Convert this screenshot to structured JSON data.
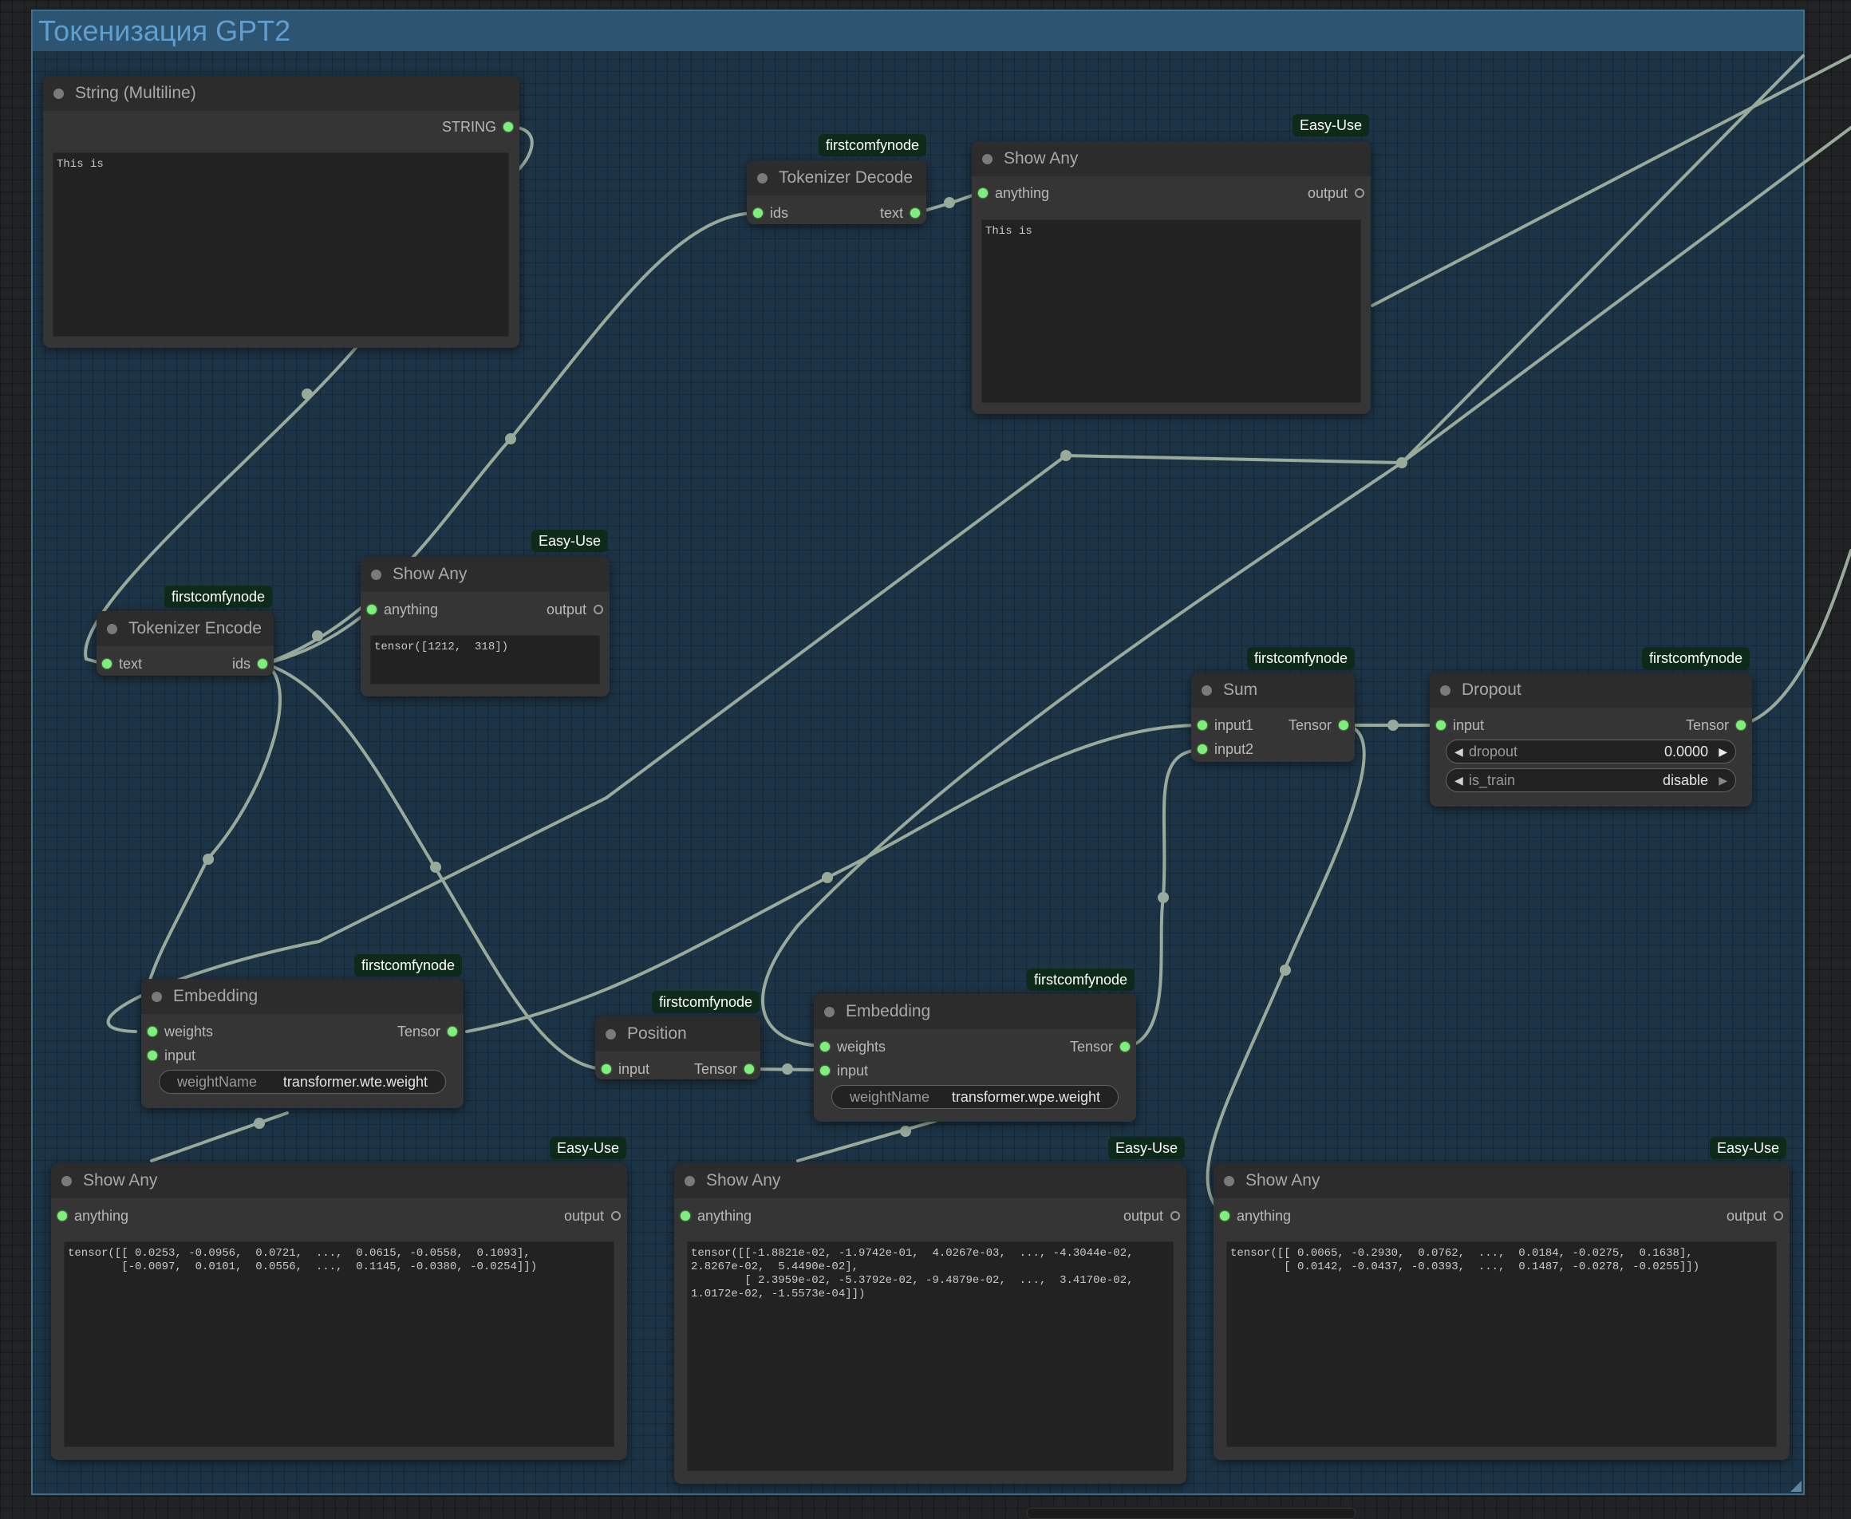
{
  "group": {
    "title": "Токенизация GPT2"
  },
  "colors": {
    "group_bg": "#1d3446",
    "group_header": "#2d5470",
    "link": "#9aaa9a",
    "slot_connected": "#7cf07a",
    "badge_bg": "#0e2b1a"
  },
  "nodes": {
    "string_multiline": {
      "title": "String (Multiline)",
      "output": "STRING",
      "text": "This is"
    },
    "tokenizer_decode": {
      "badge": "firstcomfynode",
      "title": "Tokenizer Decode",
      "input": "ids",
      "output": "text"
    },
    "show_any_top": {
      "badge": "Easy-Use",
      "title": "Show Any",
      "input": "anything",
      "output": "output",
      "text": "This is"
    },
    "tokenizer_encode": {
      "badge": "firstcomfynode",
      "title": "Tokenizer Encode",
      "input": "text",
      "output": "ids"
    },
    "show_any_ids": {
      "badge": "Easy-Use",
      "title": "Show Any",
      "input": "anything",
      "output": "output",
      "text": "tensor([1212,  318])"
    },
    "sum": {
      "badge": "firstcomfynode",
      "title": "Sum",
      "input1": "input1",
      "input2": "input2",
      "output": "Tensor"
    },
    "dropout": {
      "badge": "firstcomfynode",
      "title": "Dropout",
      "input": "input",
      "output": "Tensor",
      "dropout_label": "dropout",
      "dropout_value": "0.0000",
      "is_train_label": "is_train",
      "is_train_value": "disable"
    },
    "embedding_wte": {
      "badge": "firstcomfynode",
      "title": "Embedding",
      "input_weights": "weights",
      "input_input": "input",
      "output": "Tensor",
      "widget_label": "weightName",
      "widget_value": "transformer.wte.weight"
    },
    "position": {
      "badge": "firstcomfynode",
      "title": "Position",
      "input": "input",
      "output": "Tensor"
    },
    "embedding_wpe": {
      "badge": "firstcomfynode",
      "title": "Embedding",
      "input_weights": "weights",
      "input_input": "input",
      "output": "Tensor",
      "widget_label": "weightName",
      "widget_value": "transformer.wpe.weight"
    },
    "show_any_wte": {
      "badge": "Easy-Use",
      "title": "Show Any",
      "input": "anything",
      "output": "output",
      "text": "tensor([[ 0.0253, -0.0956,  0.0721,  ...,  0.0615, -0.0558,  0.1093],\n        [-0.0097,  0.0101,  0.0556,  ...,  0.1145, -0.0380, -0.0254]])"
    },
    "show_any_wpe": {
      "badge": "Easy-Use",
      "title": "Show Any",
      "input": "anything",
      "output": "output",
      "text": "tensor([[-1.8821e-02, -1.9742e-01,  4.0267e-03,  ..., -4.3044e-02,\n2.8267e-02,  5.4490e-02],\n        [ 2.3959e-02, -5.3792e-02, -9.4879e-02,  ...,  3.4170e-02,\n1.0172e-02, -1.5573e-04]])"
    },
    "show_any_sum": {
      "badge": "Easy-Use",
      "title": "Show Any",
      "input": "anything",
      "output": "output",
      "text": "tensor([[ 0.0065, -0.2930,  0.0762,  ...,  0.0184, -0.0275,  0.1638],\n        [ 0.0142, -0.0437, -0.0393,  ...,  0.1487, -0.0278, -0.0255]])"
    }
  }
}
